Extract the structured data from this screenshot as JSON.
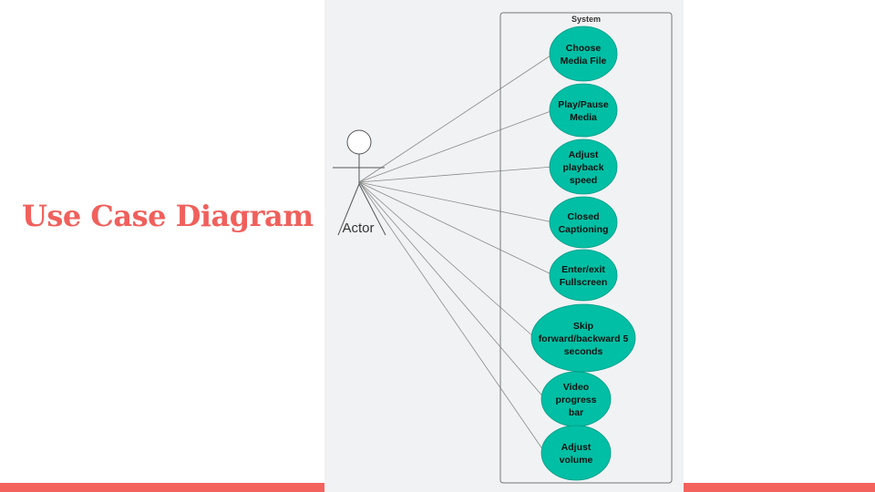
{
  "slide": {
    "title": "Use Case Diagram"
  },
  "colors": {
    "title": "#f0605c",
    "accent_bar": "#f4625e",
    "panel_bg": "#f1f2f4",
    "use_case_fill": "#00bfa4",
    "stroke": "#555555"
  },
  "diagram": {
    "system_label": "System",
    "actor_label": "Actor",
    "use_cases": [
      {
        "lines": [
          "Choose",
          "Media File"
        ]
      },
      {
        "lines": [
          "Play/Pause",
          "Media"
        ]
      },
      {
        "lines": [
          "Adjust",
          "playback",
          "speed"
        ]
      },
      {
        "lines": [
          "Closed",
          "Captioning"
        ]
      },
      {
        "lines": [
          "Enter/exit",
          "Fullscreen"
        ]
      },
      {
        "lines": [
          "Skip",
          "forward/backward 5",
          "seconds"
        ]
      },
      {
        "lines": [
          "Video",
          "progress",
          "bar"
        ]
      },
      {
        "lines": [
          "Adjust",
          "volume"
        ]
      }
    ]
  }
}
